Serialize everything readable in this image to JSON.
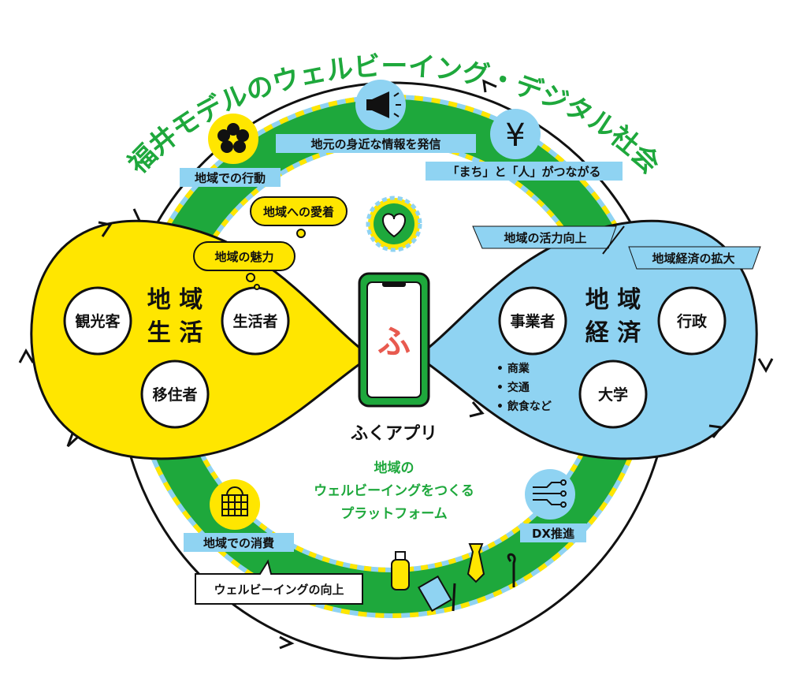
{
  "title": "福井モデルのウェルビーイング・デジタル社会",
  "center": {
    "app_name": "ふくアプリ",
    "app_logo": "ふ",
    "caption": [
      "地域の",
      "ウェルビーイングをつくる",
      "プラットフォーム"
    ]
  },
  "left": {
    "heading": [
      "地 域",
      "生 活"
    ],
    "actors": [
      "観光客",
      "生活者",
      "移住者"
    ]
  },
  "right": {
    "heading": [
      "地 域",
      "経 済"
    ],
    "actors": [
      "事業者",
      "行政",
      "大学"
    ],
    "bullets": [
      "• 商業",
      "• 交通",
      "• 飲食など"
    ]
  },
  "ring_labels": {
    "local_action": "地域での行動",
    "local_info": "地元の身近な情報を発信",
    "connect": "「まち」と「人」がつながる",
    "attachment": "地域への愛着",
    "charm": "地域の魅力",
    "vitality": "地域の活力向上",
    "economy_expansion": "地域経済の拡大",
    "local_consumption": "地域での消費",
    "wellbeing_up": "ウェルビーイングの向上",
    "dx": "DX推進"
  },
  "icons": [
    "flower-icon",
    "megaphone-icon",
    "yen-icon",
    "heart-icon",
    "basket-icon",
    "network-icon",
    "bottle-icon",
    "tie-icon",
    "umbrella-icon",
    "notebook-icon"
  ],
  "colors": {
    "green": "#1ea83c",
    "yellow": "#ffe600",
    "blue": "#8fd3f2",
    "dark_green_text": "#1ea83c"
  }
}
